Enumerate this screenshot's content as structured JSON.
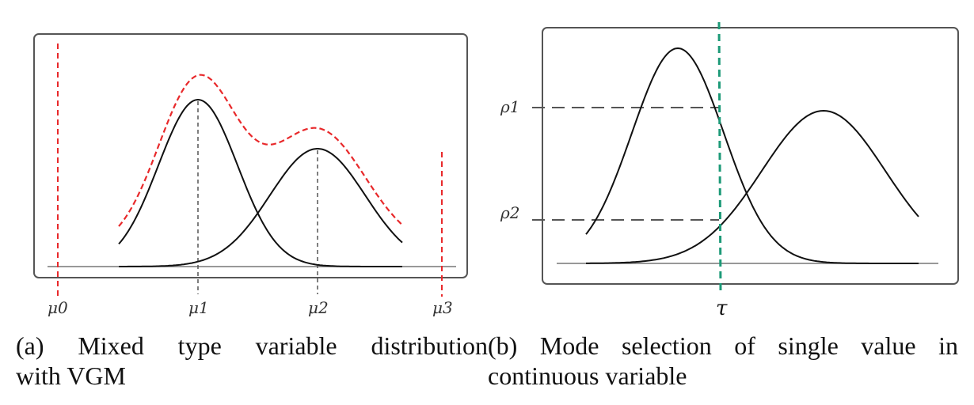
{
  "panel_a": {
    "mu_labels": {
      "mu0": "μ0",
      "mu1": "μ1",
      "mu2": "μ2",
      "mu3": "μ3"
    },
    "caption_line1": "(a) Mixed type variable distribution",
    "caption_line2": "with VGM"
  },
  "panel_b": {
    "rho1_label": "ρ1",
    "rho2_label": "ρ2",
    "tau_label": "τ",
    "caption_line1": "(b) Mode selection of single value in",
    "caption_line2": "continuous variable"
  },
  "colors": {
    "mixture": "#e8292b",
    "mode_marker": "#1d9a78",
    "component": "#111111",
    "guide": "#555555",
    "frame": "#555555"
  }
}
